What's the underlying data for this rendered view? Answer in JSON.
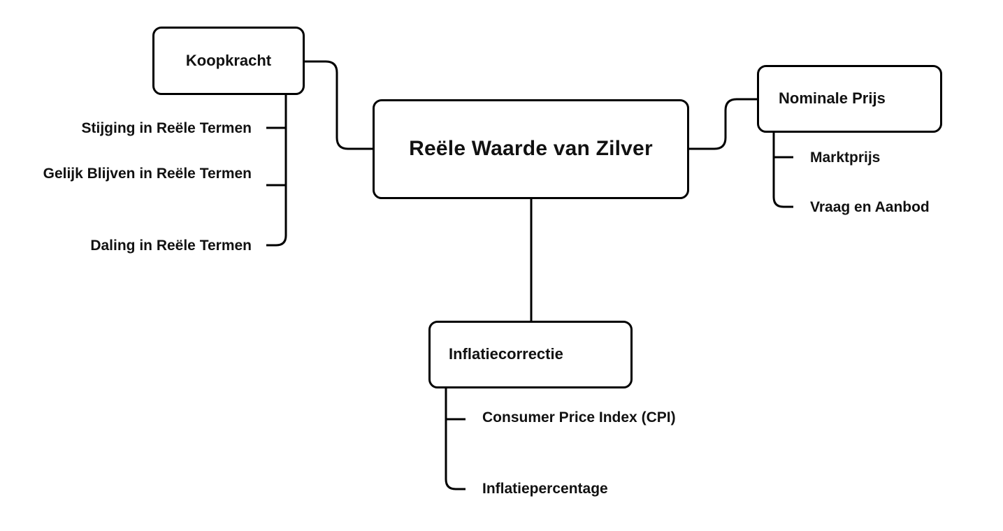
{
  "diagram": {
    "title": "Reële Waarde van Zilver",
    "type": "mind-map",
    "background_color": "#ffffff",
    "line_color": "#000000",
    "text_color": "#111111",
    "root": {
      "label": "Reële Waarde van Zilver"
    },
    "branches": [
      {
        "id": "koopkracht",
        "label": "Koopkracht",
        "side": "left",
        "children": [
          {
            "label": "Stijging in Reële Termen"
          },
          {
            "label": "Gelijk Blijven in Reële Termen"
          },
          {
            "label": "Daling in Reële Termen"
          }
        ]
      },
      {
        "id": "nominale-prijs",
        "label": "Nominale Prijs",
        "side": "right",
        "children": [
          {
            "label": "Marktprijs"
          },
          {
            "label": "Vraag en Aanbod"
          }
        ]
      },
      {
        "id": "inflatiecorrectie",
        "label": "Inflatiecorrectie",
        "side": "bottom",
        "children": [
          {
            "label": "Consumer Price Index (CPI)"
          },
          {
            "label": "Inflatiepercentage"
          }
        ]
      }
    ]
  }
}
